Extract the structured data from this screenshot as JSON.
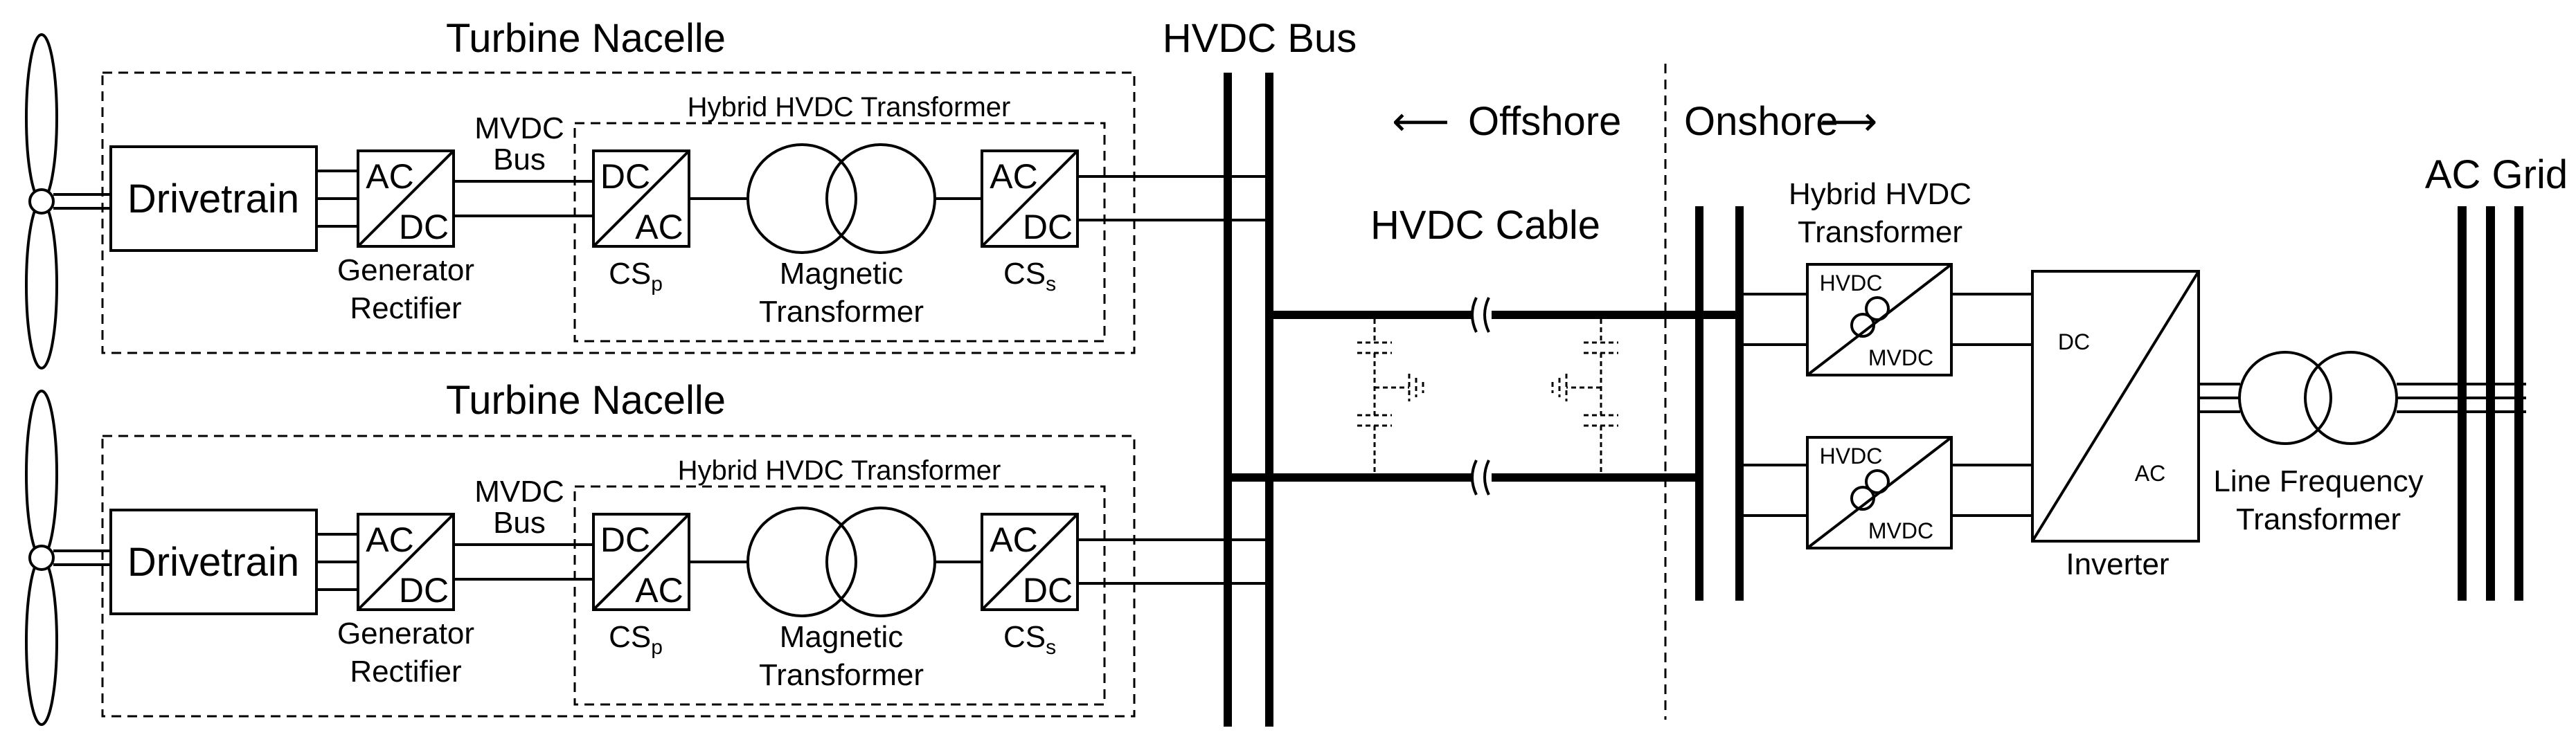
{
  "colors": {
    "line": "#000000",
    "background": "#ffffff"
  },
  "nacelles": [
    {
      "title": "Turbine Nacelle",
      "drivetrain": "Drivetrain",
      "rectifier_ac": "AC",
      "rectifier_dc": "DC",
      "rectifier_label_1": "Generator",
      "rectifier_label_2": "Rectifier",
      "mvdc_bus_1": "MVDC",
      "mvdc_bus_2": "Bus",
      "hybrid_title": "Hybrid HVDC Transformer",
      "csp_top": "DC",
      "csp_bottom": "AC",
      "csp_label": "CS",
      "csp_sub": "p",
      "magnetic_1": "Magnetic",
      "magnetic_2": "Transformer",
      "css_top": "AC",
      "css_bottom": "DC",
      "css_label": "CS",
      "css_sub": "s"
    },
    {
      "title": "Turbine Nacelle",
      "drivetrain": "Drivetrain",
      "rectifier_ac": "AC",
      "rectifier_dc": "DC",
      "rectifier_label_1": "Generator",
      "rectifier_label_2": "Rectifier",
      "mvdc_bus_1": "MVDC",
      "mvdc_bus_2": "Bus",
      "hybrid_title": "Hybrid HVDC Transformer",
      "csp_top": "DC",
      "csp_bottom": "AC",
      "csp_label": "CS",
      "csp_sub": "p",
      "magnetic_1": "Magnetic",
      "magnetic_2": "Transformer",
      "css_top": "AC",
      "css_bottom": "DC",
      "css_label": "CS",
      "css_sub": "s"
    }
  ],
  "hvdc_bus": "HVDC Bus",
  "offshore": "Offshore",
  "onshore": "Onshore",
  "arrow_left": "⟵",
  "arrow_right": "⟶",
  "hvdc_cable": "HVDC Cable",
  "onshore_hybrid_1": "Hybrid HVDC",
  "onshore_hybrid_2": "Transformer",
  "onshore_units": [
    {
      "top": "HVDC",
      "bottom": "MVDC"
    },
    {
      "top": "HVDC",
      "bottom": "MVDC"
    }
  ],
  "inverter_dc": "DC",
  "inverter_ac": "AC",
  "inverter_label": "Inverter",
  "line_freq_1": "Line Frequency",
  "line_freq_2": "Transformer",
  "ac_grid": "AC Grid"
}
